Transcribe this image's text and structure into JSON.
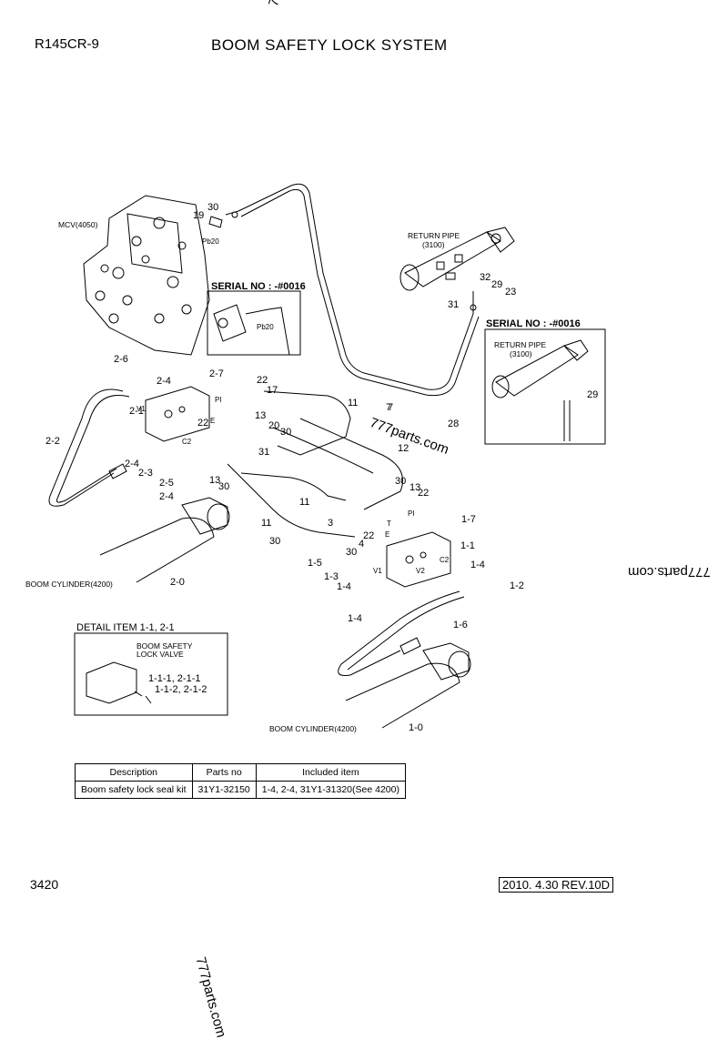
{
  "header": {
    "model": "R145CR-9",
    "title": "BOOM SAFETY LOCK SYSTEM"
  },
  "watermark": "777parts.com",
  "footer": {
    "page": "3420",
    "revision": "2010. 4.30  REV.10D"
  },
  "labels": {
    "mcv": "MCV(4050)",
    "return_pipe": "RETURN PIPE",
    "return_pipe_ref": "(3100)",
    "serial_1": "SERIAL NO : -#0016",
    "serial_2": "SERIAL NO : -#0016",
    "boom_cyl_left": "BOOM CYLINDER(4200)",
    "boom_cyl_right": "BOOM CYLINDER(4200)",
    "detail_title": "DETAIL ITEM 1-1, 2-1",
    "detail_valve_1": "BOOM SAFETY",
    "detail_valve_2": "LOCK VALVE",
    "detail_items_1": "1-1-1, 2-1-1",
    "detail_items_2": "1-1-2, 2-1-2",
    "port_pb20": "Pb20",
    "port_pi": "PI",
    "port_v1": "V1",
    "port_v2": "V2",
    "port_c2": "C2",
    "port_e": "E",
    "port_t": "T"
  },
  "callouts": [
    "30",
    "19",
    "29",
    "32",
    "23",
    "31",
    "2-6",
    "2-7",
    "2-4",
    "22",
    "17",
    "11",
    "7",
    "28",
    "2-1",
    "13",
    "20",
    "30",
    "31",
    "12",
    "2-2",
    "2-4",
    "2-3",
    "2-5",
    "22",
    "13",
    "30",
    "2-4",
    "30",
    "13",
    "22",
    "11",
    "3",
    "30",
    "4",
    "22",
    "1-7",
    "11",
    "1-1",
    "1-5",
    "1-3",
    "1-4",
    "1-4",
    "1-6",
    "1-2",
    "1-4",
    "2-0",
    "1-0",
    "7",
    "30",
    "29"
  ],
  "table": {
    "headers": [
      "Description",
      "Parts no",
      "Included item"
    ],
    "rows": [
      [
        "Boom safety lock seal kit",
        "31Y1-32150",
        "1-4, 2-4, 31Y1-31320(See 4200)"
      ]
    ]
  }
}
